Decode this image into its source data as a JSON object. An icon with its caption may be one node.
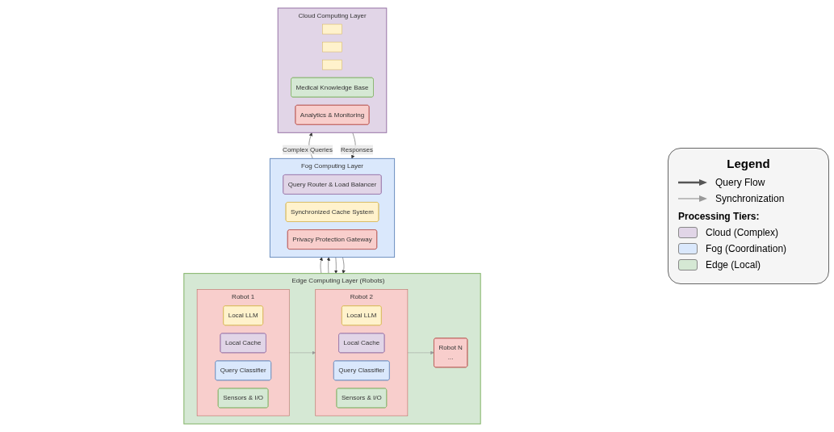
{
  "diagram": {
    "nodes": [
      {
        "text": [
          "Cloud Computing Layer"
        ]
      },
      {
        "text": [],
        "shape": "box",
        "in": 0
      },
      {
        "text": [],
        "shape": "box",
        "in": 0
      },
      {
        "text": [],
        "shape": "box",
        "in": 0
      },
      {
        "text": [
          "Medical Knowledge Base"
        ],
        "in": 0
      },
      {
        "text": [
          "Analytics & Monitoring"
        ],
        "in": 0
      },
      {
        "text": [
          "Fog Computing Layer"
        ]
      },
      {
        "text": [
          "Query Router & Load Balancer"
        ],
        "in": 6
      },
      {
        "text": [
          "Synchronized Cache System"
        ],
        "in": 6
      },
      {
        "text": [
          "Privacy Protection Gateway"
        ],
        "in": 6
      },
      {
        "text": [
          "Edge Computing Layer (Robots)"
        ]
      },
      {
        "text": [
          "Robot 1"
        ],
        "in": 10
      },
      {
        "text": [
          "Local LLM"
        ],
        "in": 11
      },
      {
        "text": [
          "Local Cache"
        ],
        "in": 11
      },
      {
        "text": [
          "Query Classifier"
        ],
        "in": 11
      },
      {
        "text": [
          "Sensors & I/O"
        ],
        "in": 11
      },
      {
        "text": [
          "Robot 2"
        ],
        "in": 10
      },
      {
        "text": [
          "Local LLM"
        ],
        "in": 16
      },
      {
        "text": [
          "Local Cache"
        ],
        "in": 16
      },
      {
        "text": [
          "Query Classifier"
        ],
        "in": 16
      },
      {
        "text": [
          "Sensors & I/O"
        ],
        "in": 16
      },
      {
        "text": [
          "Robot N",
          "..."
        ],
        "in": 10
      }
    ],
    "edges": [
      {
        "from": 0,
        "to": 6,
        "arrow": "to",
        "label": "Responses"
      },
      {
        "from": 6,
        "to": 0,
        "arrow": "to",
        "label": "Complex Queries"
      },
      {
        "from": 6,
        "to": 10,
        "arrow": "to"
      },
      {
        "from": 10,
        "to": 6,
        "arrow": "to"
      },
      {
        "from": 6,
        "to": 10,
        "arrow": "to"
      },
      {
        "from": 10,
        "to": 6,
        "arrow": "to"
      },
      {
        "from": 11,
        "to": 16,
        "arrow": "to",
        "color": "#999999"
      },
      {
        "from": 16,
        "to": 21,
        "arrow": "to",
        "color": "#999999"
      }
    ],
    "labels": [
      "Legend",
      "Processing Tiers:"
    ],
    "legend": [
      {
        "text": "Query Flow"
      },
      {
        "text": "Synchronization"
      },
      {
        "text": "Cloud (Complex)",
        "color": "#e1d5e7"
      },
      {
        "text": "Fog (Coordination)",
        "color": "#dae8fc"
      },
      {
        "text": "Edge (Local)",
        "color": "#d5e8d4"
      }
    ]
  }
}
